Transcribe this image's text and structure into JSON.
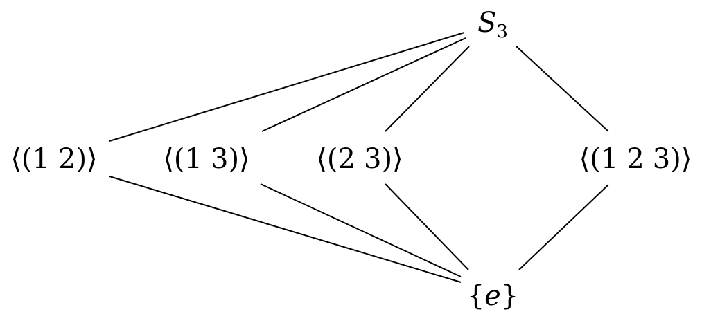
{
  "diagram": {
    "nodes": {
      "top": {
        "symbol": "S",
        "subscript": "3"
      },
      "c12": {
        "open": "⟨(",
        "a": "1",
        "b": "2",
        "close": ")⟩"
      },
      "c13": {
        "open": "⟨(",
        "a": "1",
        "b": "3",
        "close": ")⟩"
      },
      "c23": {
        "open": "⟨(",
        "a": "2",
        "b": "3",
        "close": ")⟩"
      },
      "c123": {
        "open": "⟨(",
        "a": "1",
        "b": "2",
        "c": "3",
        "close": ")⟩"
      },
      "bottom": {
        "open": "{",
        "symbol": "e",
        "close": "}"
      }
    },
    "edges": [
      [
        "top",
        "c12"
      ],
      [
        "top",
        "c13"
      ],
      [
        "top",
        "c23"
      ],
      [
        "top",
        "c123"
      ],
      [
        "c12",
        "bottom"
      ],
      [
        "c13",
        "bottom"
      ],
      [
        "c23",
        "bottom"
      ],
      [
        "c123",
        "bottom"
      ]
    ],
    "colors": {
      "ink": "#000000",
      "background": "#ffffff"
    }
  }
}
